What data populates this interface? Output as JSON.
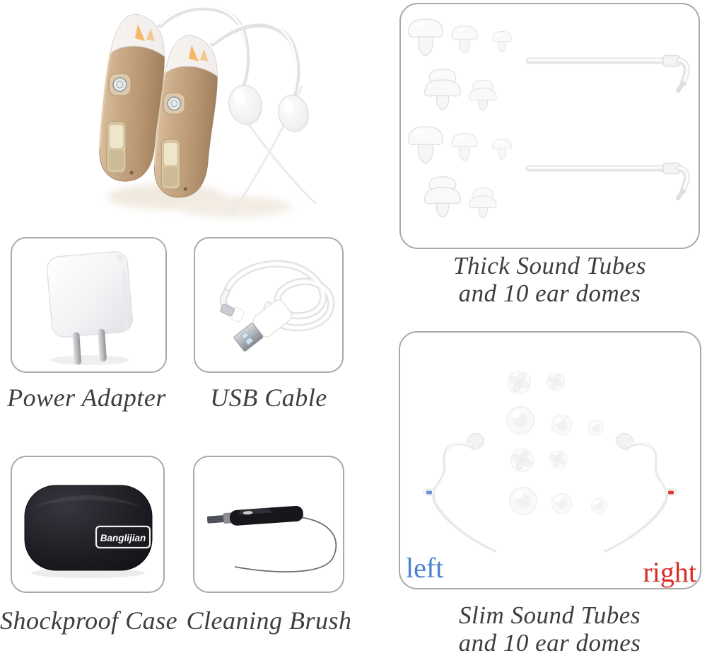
{
  "colors": {
    "caption_text": "#3e3e3e",
    "panel_border": "#a9a9a9",
    "left_label_blue": "#4a82d3",
    "right_label_red": "#da2d28",
    "hearing_aid_body_tan": "#c9a884",
    "case_black": "#141418"
  },
  "thick_panel": {
    "caption_line1": "Thick Sound Tubes",
    "caption_line2": "and 10 ear domes"
  },
  "power_adapter": {
    "caption": "Power Adapter"
  },
  "usb_cable": {
    "caption": "USB Cable"
  },
  "shockproof_case": {
    "caption": "Shockproof Case",
    "logo_text": "Banglijian"
  },
  "cleaning_brush": {
    "caption": "Cleaning Brush"
  },
  "slim_panel": {
    "caption_line1": "Slim Sound Tubes",
    "caption_line2": "and 10 ear domes",
    "left_label": "left",
    "right_label": "right"
  }
}
